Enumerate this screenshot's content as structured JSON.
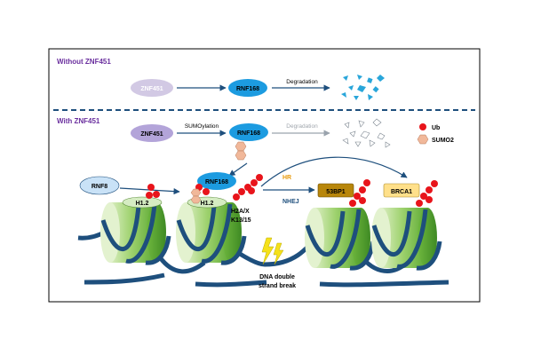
{
  "panel_top": {
    "heading": "Without ZNF451"
  },
  "panel_bottom": {
    "heading": "With ZNF451"
  },
  "proteins": {
    "znf451": "ZNF451",
    "rnf168": "RNF168",
    "rnf8": "RNF8",
    "h1_2": "H1.2",
    "bp53": "53BP1",
    "brca1": "BRCA1"
  },
  "process": {
    "degradation": "Degradation",
    "sumoylation": "SUMOylation",
    "hr": "HR",
    "nhej": "NHEJ"
  },
  "histone_mark": {
    "line1": "H2A/X",
    "line2": "K13/15"
  },
  "dna_break": {
    "line1": "DNA double",
    "line2": "strand break"
  },
  "legend": {
    "ub": "Ub",
    "sumo2": "SUMO2"
  },
  "colors": {
    "heading": "#6a2f9e",
    "rnf168": "#1c9be0",
    "znf451": "#b3a4d9",
    "rnf8": "#c9e2f7",
    "ubiquitin": "#e8141b",
    "sumo2": "#f1b89a",
    "bp53": "#b8860b",
    "brca1": "#ffe08a",
    "nucleosome": "#7fc248",
    "dna": "#1e4f7d",
    "lightning": "#f5e11a",
    "fragments": "#29a6da"
  }
}
